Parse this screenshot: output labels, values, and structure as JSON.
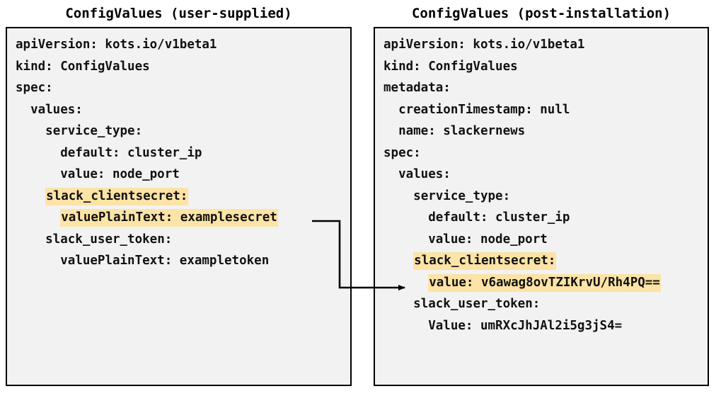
{
  "diagram": {
    "type": "flow-comparison",
    "connector": {
      "label": "",
      "from": "left-slack-clientsecret-valueplaintext",
      "to": "right-slack-clientsecret-value",
      "color": "#000000",
      "arrow": "arrow-right"
    }
  },
  "panels": [
    {
      "id": "user-supplied",
      "title": "ConfigValues (user-supplied)",
      "background": "#f2f2f2",
      "border_color": "#000000",
      "lines": [
        {
          "indent": 0,
          "text": "apiVersion: kots.io/v1beta1",
          "highlight": false
        },
        {
          "indent": 0,
          "text": "kind: ConfigValues",
          "highlight": false
        },
        {
          "indent": 0,
          "text": "spec:",
          "highlight": false
        },
        {
          "indent": 1,
          "text": "values:",
          "highlight": false
        },
        {
          "indent": 2,
          "text": "service_type:",
          "highlight": false
        },
        {
          "indent": 3,
          "text": "default: cluster_ip",
          "highlight": false
        },
        {
          "indent": 3,
          "text": "value: node_port",
          "highlight": false
        },
        {
          "indent": 2,
          "text": "slack_clientsecret:",
          "highlight": true
        },
        {
          "indent": 3,
          "text": "valuePlainText: examplesecret",
          "highlight": true
        },
        {
          "indent": 2,
          "text": "slack_user_token:",
          "highlight": false
        },
        {
          "indent": 3,
          "text": "valuePlainText: exampletoken",
          "highlight": false
        }
      ]
    },
    {
      "id": "post-installation",
      "title": "ConfigValues (post-installation)",
      "background": "#f2f2f2",
      "border_color": "#000000",
      "lines": [
        {
          "indent": 0,
          "text": "apiVersion: kots.io/v1beta1",
          "highlight": false
        },
        {
          "indent": 0,
          "text": "kind: ConfigValues",
          "highlight": false
        },
        {
          "indent": 0,
          "text": "metadata:",
          "highlight": false
        },
        {
          "indent": 1,
          "text": "creationTimestamp: null",
          "highlight": false
        },
        {
          "indent": 1,
          "text": "name: slackernews",
          "highlight": false
        },
        {
          "indent": 0,
          "text": "spec:",
          "highlight": false
        },
        {
          "indent": 1,
          "text": "values:",
          "highlight": false
        },
        {
          "indent": 2,
          "text": "service_type:",
          "highlight": false
        },
        {
          "indent": 3,
          "text": "default: cluster_ip",
          "highlight": false
        },
        {
          "indent": 3,
          "text": "value: node_port",
          "highlight": false
        },
        {
          "indent": 2,
          "text": "slack_clientsecret:",
          "highlight": true
        },
        {
          "indent": 3,
          "text": "value: v6awag8ovTZIKrvU/Rh4PQ==",
          "highlight": true
        },
        {
          "indent": 2,
          "text": "slack_user_token:",
          "highlight": false
        },
        {
          "indent": 3,
          "text": "Value: umRXcJhJAl2i5g3jS4=",
          "highlight": false
        }
      ]
    }
  ],
  "colors": {
    "highlight": "#fce3a6",
    "code_background": "#f2f2f2",
    "text": "#111111",
    "border": "#000000"
  }
}
